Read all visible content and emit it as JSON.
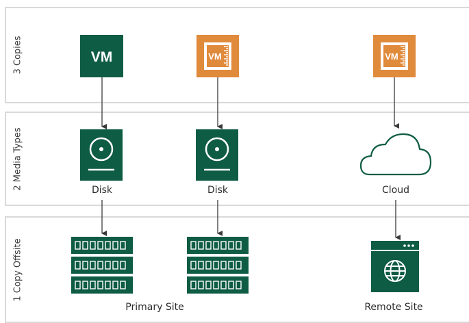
{
  "rows": [
    {
      "label": "3 Copies"
    },
    {
      "label": "2 Media Types"
    },
    {
      "label": "1 Copy  Offsite"
    }
  ],
  "copies": [
    {
      "text": "VM",
      "style": "solid"
    },
    {
      "text": "VM",
      "style": "tape"
    },
    {
      "text": "VM",
      "style": "tape"
    }
  ],
  "media": [
    {
      "label": "Disk",
      "icon": "disk-icon"
    },
    {
      "label": "Disk",
      "icon": "disk-icon"
    },
    {
      "label": "Cloud",
      "icon": "cloud-icon"
    }
  ],
  "sites": [
    {
      "label": "Primary Site"
    },
    {
      "label": "Remote Site"
    }
  ],
  "colors": {
    "green": "#0f5c44",
    "orange": "#e08a3c",
    "border": "#d9d9d9",
    "arrow": "#3a3a3a"
  }
}
